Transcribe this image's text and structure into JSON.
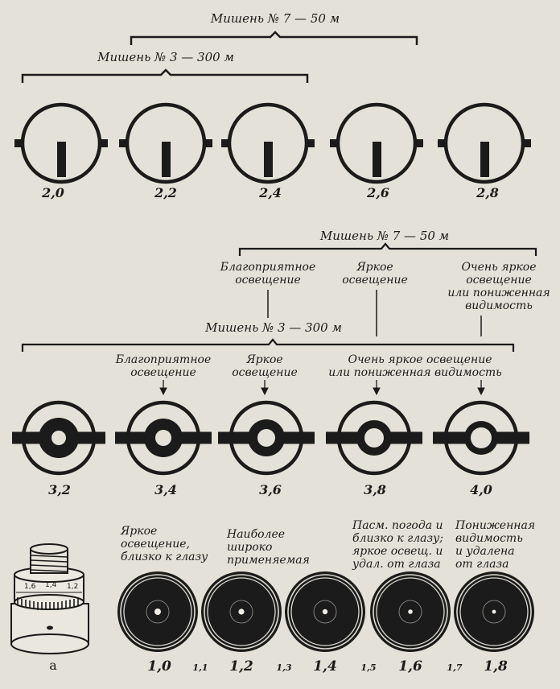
{
  "top": {
    "label_long": "Мишень № 7 — 50 м",
    "label_short": "Мишень № 3 — 300 м",
    "diopters": [
      "2,0",
      "2,2",
      "2,4",
      "2,6",
      "2,8"
    ]
  },
  "middle": {
    "label_long": "Мишень № 7 — 50 м",
    "label_short": "Мишень № 3 — 300 м",
    "upper_conditions": [
      [
        "Благоприятное",
        "освещение"
      ],
      [
        "Яркое",
        "освещение"
      ],
      [
        "Очень яркое",
        "освещение",
        "или пониженная",
        "видимость"
      ]
    ],
    "lower_conditions": [
      [
        "Благоприятное",
        "освещение"
      ],
      [
        "Яркое",
        "освещение"
      ],
      [
        "Очень яркое освещение",
        "или пониженная видимость"
      ]
    ],
    "diopters": [
      "3,2",
      "3,4",
      "3,6",
      "3,8",
      "4,0"
    ]
  },
  "bottom": {
    "knob_scale": [
      "1,6",
      "1,4",
      "1,2"
    ],
    "figure_label": "а",
    "captions": [
      [
        "Яркое",
        "освещение,",
        "близко к глазу"
      ],
      [
        "Наиболее",
        "широко",
        "применяемая"
      ],
      [
        "Пасм. погода и",
        "близко к глазу;",
        "яркое освещ. и",
        "удал. от глаза"
      ],
      [
        "Пониженная",
        "видимость",
        "и удалена",
        "от глаза"
      ]
    ],
    "main_values": [
      "1,0",
      "1,2",
      "1,4",
      "1,6",
      "1,8"
    ],
    "mid_values": [
      "1,1",
      "1,3",
      "1,5",
      "1,7"
    ]
  }
}
